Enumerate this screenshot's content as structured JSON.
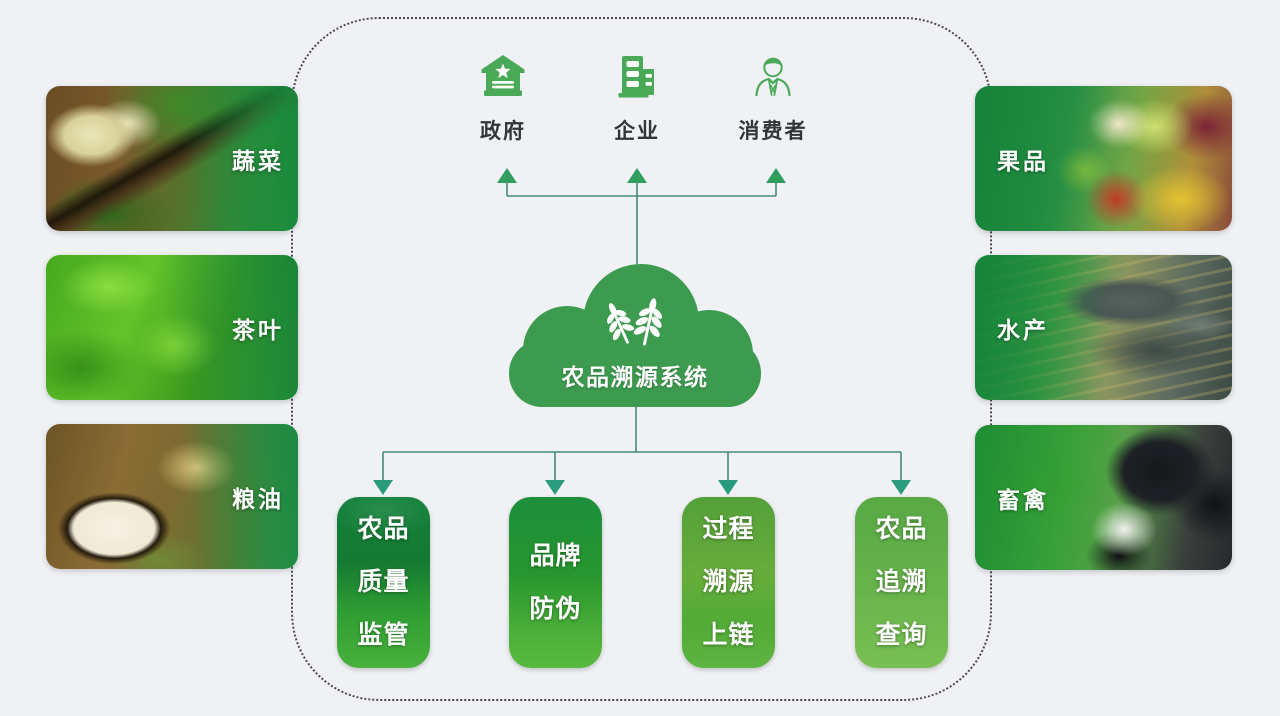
{
  "stakeholders": [
    {
      "label": "政府",
      "icon": "government-icon"
    },
    {
      "label": "企业",
      "icon": "enterprise-icon"
    },
    {
      "label": "消费者",
      "icon": "consumer-icon"
    }
  ],
  "cloud": {
    "label": "农品溯源系统",
    "icon": "wheat-icon"
  },
  "functions": [
    {
      "name": "quality-supervision",
      "lines": [
        "农品",
        "质量",
        "监管"
      ]
    },
    {
      "name": "brand-anticounterfeit",
      "lines": [
        "品牌",
        "防伪"
      ]
    },
    {
      "name": "process-trace-chain",
      "lines": [
        "过程",
        "溯源",
        "上链"
      ]
    },
    {
      "name": "trace-query",
      "lines": [
        "农品",
        "追溯",
        "查询"
      ]
    }
  ],
  "categories": {
    "left": [
      {
        "label": "蔬菜"
      },
      {
        "label": "茶叶"
      },
      {
        "label": "粮油"
      }
    ],
    "right": [
      {
        "label": "果品"
      },
      {
        "label": "水产"
      },
      {
        "label": "畜禽"
      }
    ]
  },
  "colors": {
    "background": "#eff1f5",
    "accent_green": "#3c9b4f",
    "icon_green": "#4aa957",
    "line_teal": "#44897c",
    "arrow_up_green": "#2f9e5f",
    "arrow_down_teal": "#2a9b7c",
    "dotted_border": "#4b4b4b",
    "label_dark": "#33353a",
    "label_light": "#ffffff"
  }
}
